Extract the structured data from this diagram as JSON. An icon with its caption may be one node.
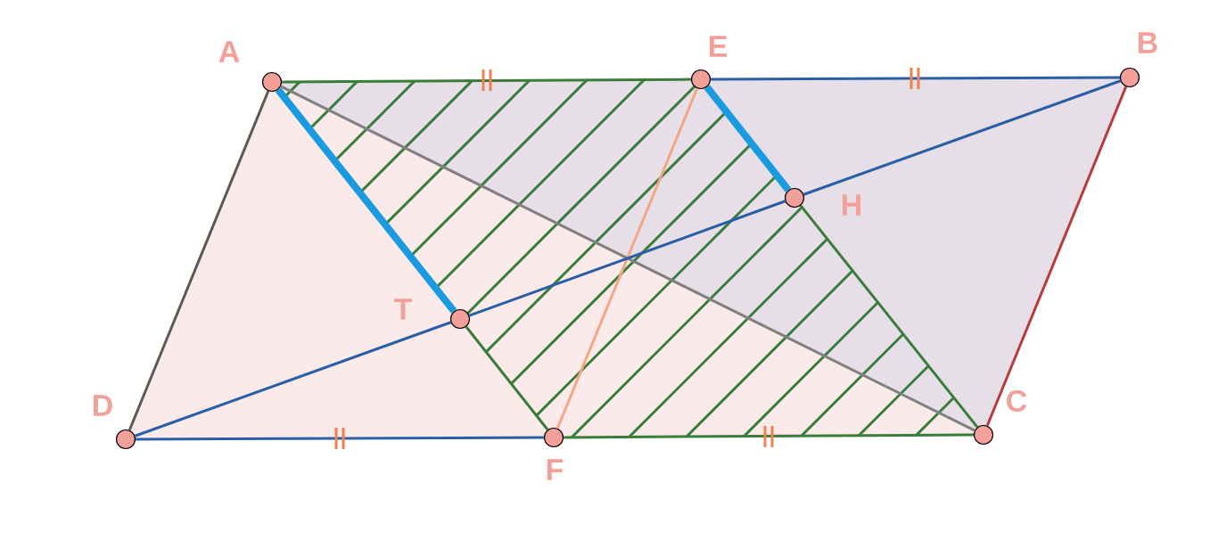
{
  "diagram": {
    "nodes": [
      {
        "text": [],
        "shape": "circle",
        "beside": [
          "A"
        ]
      },
      {
        "text": [],
        "shape": "circle",
        "beside": [
          "E"
        ]
      },
      {
        "text": [],
        "shape": "circle",
        "beside": [
          "B"
        ]
      },
      {
        "text": [],
        "shape": "circle",
        "beside": [
          "H"
        ]
      },
      {
        "text": [],
        "shape": "circle",
        "beside": [
          "T"
        ]
      },
      {
        "text": [],
        "shape": "circle",
        "beside": [
          "D"
        ]
      },
      {
        "text": [],
        "shape": "circle",
        "beside": [
          "F"
        ]
      },
      {
        "text": [],
        "shape": "circle",
        "beside": [
          "C"
        ]
      }
    ],
    "edges": [
      {
        "from": 0,
        "to": 1,
        "arrow": "none",
        "color": "#3a7d3a"
      },
      {
        "from": 1,
        "to": 2,
        "arrow": "none",
        "color": "#2a5fa5"
      },
      {
        "from": 2,
        "to": 7,
        "arrow": "none",
        "color": "#b83a3a"
      },
      {
        "from": 7,
        "to": 6,
        "arrow": "none",
        "color": "#3a7d3a"
      },
      {
        "from": 6,
        "to": 5,
        "arrow": "none",
        "color": "#2a5fa5"
      },
      {
        "from": 5,
        "to": 0,
        "arrow": "none",
        "color": "#5a5a55"
      },
      {
        "from": 0,
        "to": 7,
        "arrow": "none",
        "color": "#808080"
      },
      {
        "from": 1,
        "to": 6,
        "arrow": "none",
        "color": "#f4a582"
      },
      {
        "from": 5,
        "to": 4,
        "arrow": "none",
        "color": "#2a5fa5"
      },
      {
        "from": 4,
        "to": 3,
        "arrow": "none",
        "color": "#2a5fa5"
      },
      {
        "from": 3,
        "to": 2,
        "arrow": "none",
        "color": "#2a5fa5"
      },
      {
        "from": 0,
        "to": 4,
        "arrow": "none",
        "style": "thick",
        "color": "#1a9be0"
      },
      {
        "from": 4,
        "to": 6,
        "arrow": "none",
        "color": "#3a7d3a"
      },
      {
        "from": 1,
        "to": 3,
        "arrow": "none",
        "style": "thick",
        "color": "#1a9be0"
      },
      {
        "from": 3,
        "to": 7,
        "arrow": "none",
        "color": "#3a7d3a"
      }
    ]
  }
}
